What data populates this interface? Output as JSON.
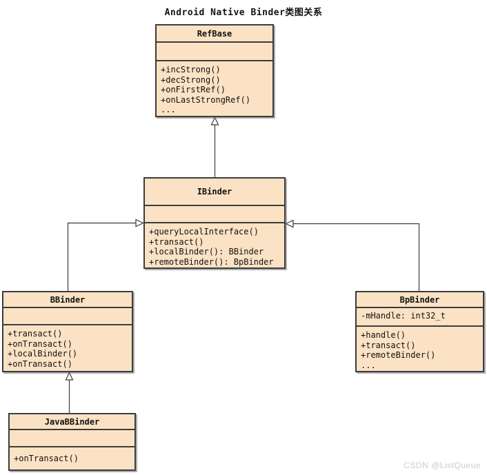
{
  "title": "Android Native Binder类图关系",
  "watermark": "CSDN @ListQueue",
  "colors": {
    "box_fill": "#fbe2c5",
    "box_border": "#3b3b3b",
    "connector_line": "#3b3b3b",
    "watermark_text": "#cccccc",
    "background": "#ffffff"
  },
  "classes": {
    "refbase": {
      "name": "RefBase",
      "fields": [],
      "methods": [
        "+incStrong()",
        "+decStrong()",
        "+onFirstRef()",
        "+onLastStrongRef()",
        "..."
      ]
    },
    "ibinder": {
      "name": "IBinder",
      "fields": [],
      "methods": [
        "+queryLocalInterface()",
        "+transact()",
        "+localBinder(): BBinder",
        "+remoteBinder(): BpBinder"
      ]
    },
    "bbinder": {
      "name": "BBinder",
      "fields": [],
      "methods": [
        "+transact()",
        "+onTransact()",
        "+localBinder()",
        "+onTransact()"
      ]
    },
    "bpbinder": {
      "name": "BpBinder",
      "fields": [
        "-mHandle: int32_t"
      ],
      "methods": [
        "+handle()",
        "+transact()",
        "+remoteBinder()",
        "..."
      ]
    },
    "javabbinder": {
      "name": "JavaBBinder",
      "fields": [],
      "methods": [
        "+onTransact()"
      ]
    }
  },
  "relations": [
    {
      "from": "IBinder",
      "to": "RefBase",
      "type": "generalization"
    },
    {
      "from": "BBinder",
      "to": "IBinder",
      "type": "generalization"
    },
    {
      "from": "BpBinder",
      "to": "IBinder",
      "type": "generalization"
    },
    {
      "from": "JavaBBinder",
      "to": "BBinder",
      "type": "generalization"
    }
  ]
}
